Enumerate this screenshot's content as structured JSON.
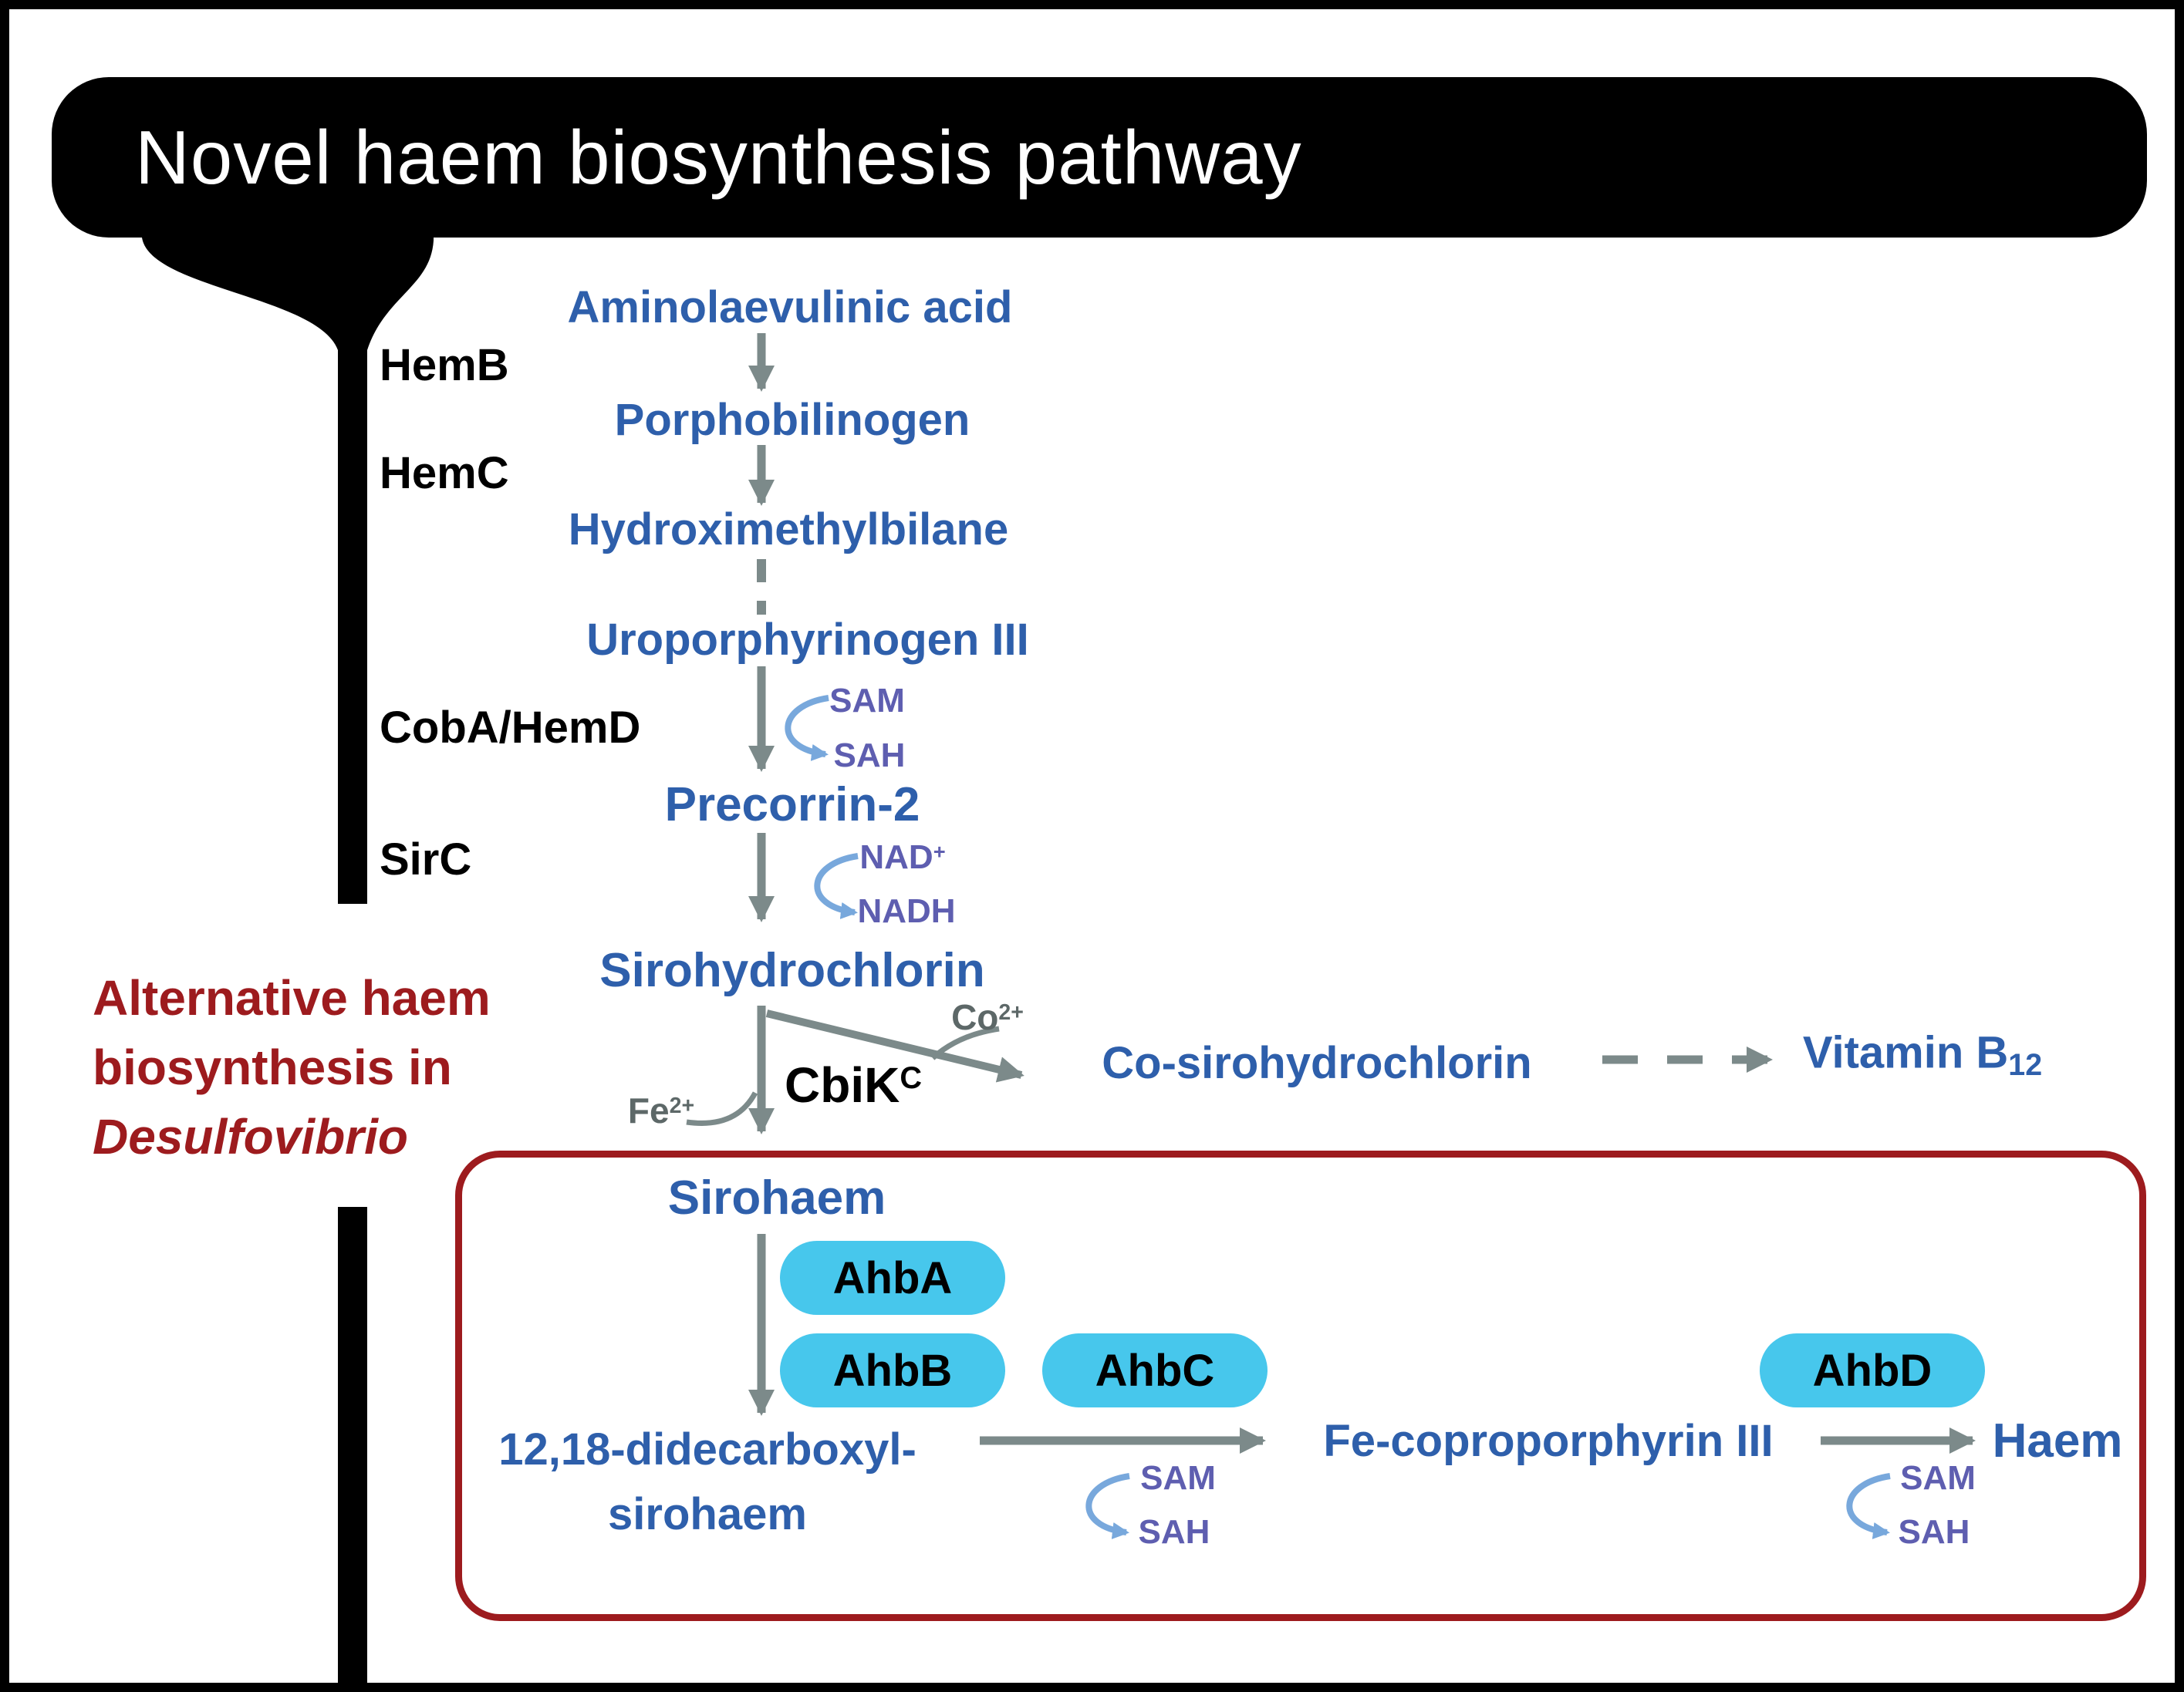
{
  "title": "Novel haem biosynthesis pathway",
  "annotation": {
    "line1": "Alternative haem",
    "line2": "biosynthesis in",
    "line3": "Desulfovibrio"
  },
  "metabolites": {
    "ala": "Aminolaevulinic acid",
    "pbg": "Porphobilinogen",
    "hmb": "Hydroximethylbilane",
    "uroIII": "Uroporphyrinogen III",
    "precorrin2": "Precorrin-2",
    "sirohydrochlorin": "Sirohydrochlorin",
    "cosirohydrochlorin": "Co-sirohydrochlorin",
    "vitaminB": {
      "base": "Vitamin B",
      "sub": "12"
    },
    "sirohaem": "Sirohaem",
    "didecarboxyl_line1": "12,18-didecarboxyl-",
    "didecarboxyl_line2": "sirohaem",
    "fecoproporphyrin": "Fe-coproporphyrin III",
    "haem": "Haem"
  },
  "enzymes": {
    "hemB": "HemB",
    "hemC": "HemC",
    "cobA_hemD": "CobA/HemD",
    "sirC": "SirC",
    "cbik": {
      "base": "CbiK",
      "sup": "C"
    }
  },
  "pills": {
    "ahbA": "AhbA",
    "ahbB": "AhbB",
    "ahbC": "AhbC",
    "ahbD": "AhbD"
  },
  "cofactors": {
    "sam": "SAM",
    "sah": "SAH",
    "nad": {
      "base": "NAD",
      "sup": "+"
    },
    "nadh": "NADH",
    "fe": {
      "base": "Fe",
      "sup": "2+"
    },
    "co": {
      "base": "Co",
      "sup": "2+"
    }
  },
  "colors": {
    "metabolite_blue": "#2e5fab",
    "cofactor_purple": "#5e5eb0",
    "cofactor_arrow_blue": "#78a8dc",
    "arrow_gray": "#7c8a8a",
    "ion_gray": "#5d6868",
    "pill_cyan": "#47c7ec",
    "accent_dark_red": "#9d1b1e",
    "banner_black": "#000000"
  }
}
